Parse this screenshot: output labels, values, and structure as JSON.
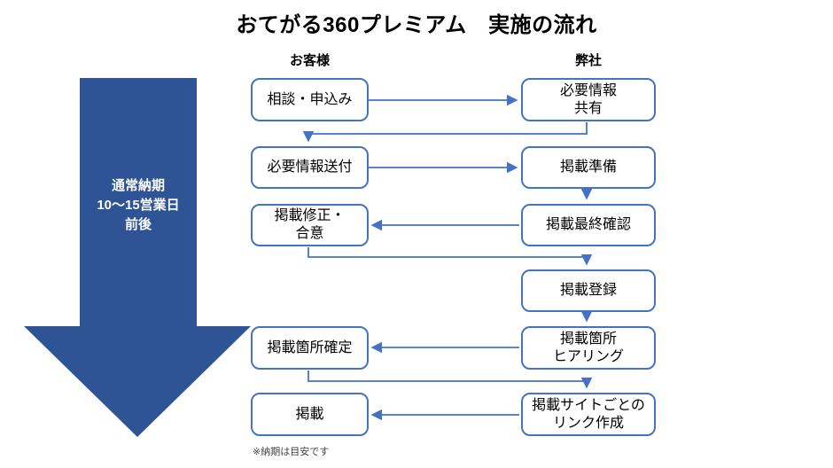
{
  "title": "おてがる360プレミアム　実施の流れ",
  "columns": {
    "customer": "お客様",
    "company": "弊社"
  },
  "timeline_arrow": {
    "label": "通常納期\n10〜15営業日\n前後",
    "fill": "#2F5496"
  },
  "boxes": [
    {
      "id": "consult",
      "column": "customer",
      "label": "相談・申込み"
    },
    {
      "id": "info-share",
      "column": "company",
      "label": "必要情報\n共有"
    },
    {
      "id": "info-send",
      "column": "customer",
      "label": "必要情報送付"
    },
    {
      "id": "publish-prep",
      "column": "company",
      "label": "掲載準備"
    },
    {
      "id": "revision-agree",
      "column": "customer",
      "label": "掲載修正・\n合意"
    },
    {
      "id": "final-check",
      "column": "company",
      "label": "掲載最終確認"
    },
    {
      "id": "register",
      "column": "company",
      "label": "掲載登録"
    },
    {
      "id": "location-confirm",
      "column": "customer",
      "label": "掲載箇所確定"
    },
    {
      "id": "location-hearing",
      "column": "company",
      "label": "掲載箇所\nヒアリング"
    },
    {
      "id": "publish",
      "column": "customer",
      "label": "掲載"
    },
    {
      "id": "link-creation",
      "column": "company",
      "label": "掲載サイトごとの\nリンク作成"
    }
  ],
  "note": "※納期は目安です",
  "colors": {
    "connector": "#4472C4",
    "arrow_fill": "#2F5496"
  }
}
